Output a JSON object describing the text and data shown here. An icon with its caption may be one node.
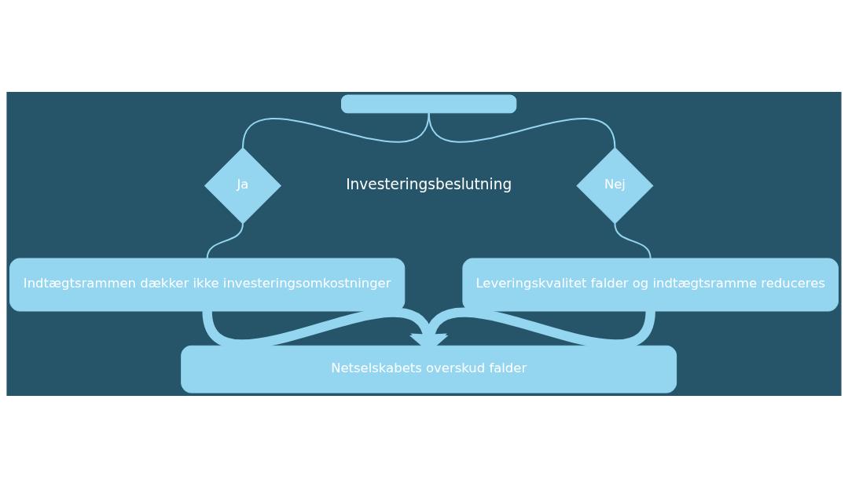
{
  "diagram": {
    "nodes": [
      {
        "text": [],
        "shape": "box"
      },
      {
        "text": [
          "Ja"
        ]
      },
      {
        "text": [
          "Nej"
        ]
      },
      {
        "text": [
          "Indtægtsrammen dækker ikke investeringsomkostninger"
        ]
      },
      {
        "text": [
          "Leveringskvalitet falder og indtægtsramme reduceres"
        ]
      },
      {
        "text": [
          "Netselskabets overskud falder"
        ]
      }
    ],
    "edges": [
      {
        "from": 0,
        "to": 1,
        "arrow": "none"
      },
      {
        "from": 0,
        "to": 2,
        "arrow": "none"
      },
      {
        "from": 1,
        "to": 3,
        "arrow": "none"
      },
      {
        "from": 2,
        "to": 4,
        "arrow": "none"
      },
      {
        "from": 3,
        "to": 5,
        "arrow": "to",
        "style": "thick"
      },
      {
        "from": 4,
        "to": 5,
        "arrow": "to",
        "style": "thick"
      }
    ],
    "labels": [
      "Investeringsbeslutning"
    ]
  }
}
